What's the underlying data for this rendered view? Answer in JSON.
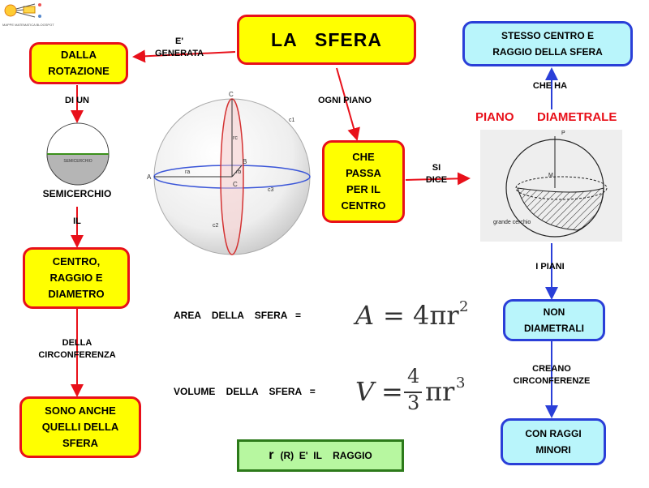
{
  "logo": {
    "caption": "MAPPE MATEMATICA BLOGSPOT"
  },
  "title": "LA   SFERA",
  "nodes": {
    "rotazione": "DALLA\nROTAZIONE",
    "semicerchio": "SEMICERCHIO",
    "semicerchio_img_label": "SEMICERCHIO",
    "centro_raggio": "CENTRO,\nRAGGIO   E\nDIAMETRO",
    "sono_anche": "SONO    ANCHE\nQUELLI    DELLA\nSFERA",
    "che_passa": "CHE\nPASSA\nPER   IL\nCENTRO",
    "piano_diametrale_word1": "PIANO",
    "piano_diametrale_word2": "DIAMETRALE",
    "stesso_centro": "STESSO    CENTRO    E\nRAGGIO     DELLA    SFERA",
    "non_diametrali": "NON\nDIAMETRALI",
    "con_raggi": "CON    RAGGI\nMINORI",
    "raggio_note_r": "r",
    "raggio_note": "(R)  E'  IL    RAGGIO"
  },
  "links": {
    "e_generata": "E'\nGENERATA",
    "di_un": "DI   UN",
    "il": "IL",
    "della_circonferenza": "DELLA\nCIRCONFERENZA",
    "ogni_piano": "OGNI   PIANO",
    "si_dice": "SI\nDICE",
    "che_ha": "CHE   HA",
    "i_piani": "I   PIANI",
    "creano": "CREANO\nCIRCONFERENZE"
  },
  "formulas": {
    "area_label": "AREA    DELLA    SFERA   =",
    "area_lhs": "A",
    "area_rhs": "= 4πr",
    "area_exp": "2",
    "volume_label": "VOLUME    DELLA    SFERA   =",
    "volume_lhs": "V",
    "volume_eq": "=",
    "volume_num": "4",
    "volume_den": "3",
    "volume_rest": "πr",
    "volume_exp": "3"
  },
  "sphere_labels": {
    "A": "A",
    "B": "B",
    "C_top": "C",
    "C_center": "C",
    "ra": "ra",
    "rb": "rb",
    "rc": "rc",
    "c1": "c1",
    "c2": "c2",
    "c3": "c3"
  },
  "diametral_img_labels": {
    "P": "P",
    "M": "M",
    "grande": "grande cerchio"
  },
  "colors": {
    "yellow_fill": "#ffff00",
    "red_border": "#e8101a",
    "cyan_fill": "#b9f5fb",
    "blue_border": "#2a3fd8",
    "green_fill": "#b7f7a0",
    "green_border": "#2c7a1a",
    "heading_red": "#e8101a"
  }
}
